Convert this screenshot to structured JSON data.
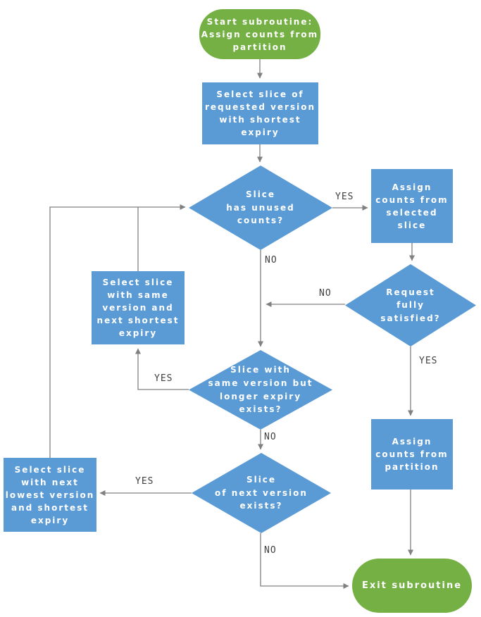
{
  "diagram": {
    "type": "flowchart",
    "colors": {
      "process_fill": "#5b9bd5",
      "terminator_fill": "#74b043",
      "connector": "#808080",
      "edge_label_text": "#3f3f3f",
      "node_text": "#ffffff"
    },
    "nodes": {
      "start": "Start subroutine:\nAssign counts from\npartition",
      "select_requested": "Select slice of\nrequested version\nwith shortest\nexpiry",
      "has_unused": "Slice\nhas unused\ncounts?",
      "assign_selected": "Assign\ncounts from\nselected\nslice",
      "fully_satisfied": "Request\nfully\nsatisfied?",
      "select_same_version": "Select slice\nwith same\nversion and\nnext shortest\nexpiry",
      "longer_expiry_exists": "Slice with\nsame version but\nlonger expiry\nexists?",
      "next_version_exists": "Slice\nof next version\nexists?",
      "select_next_lowest": "Select slice\nwith next\nlowest version\nand shortest\nexpiry",
      "assign_partition": "Assign\ncounts from\npartition",
      "exit": "Exit subroutine"
    },
    "edge_labels": {
      "has_unused_yes": "YES",
      "has_unused_no": "NO",
      "fully_satisfied_no": "NO",
      "fully_satisfied_yes": "YES",
      "longer_expiry_yes": "YES",
      "longer_expiry_no": "NO",
      "next_version_yes": "YES",
      "next_version_no": "NO"
    }
  }
}
